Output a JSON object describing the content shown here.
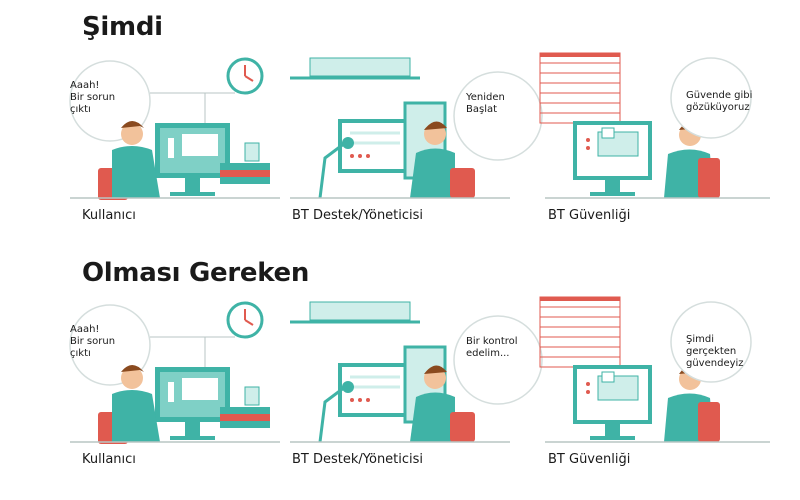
{
  "sections": {
    "now": {
      "title": "Şimdi",
      "user_bubble": "Aaah!\nBir sorun\nçıktı",
      "it_bubble": "Yeniden\nBaşlat",
      "security_bubble": "Güvende gibi\ngözüküyoruz",
      "labels": {
        "user": "Kullanıcı",
        "it": "BT Destek/Yöneticisi",
        "security": "BT Güvenliği"
      }
    },
    "should": {
      "title": "Olması Gereken",
      "user_bubble": "Aaah!\nBir sorun\nçıktı",
      "it_bubble": "Bir kontrol\nedelim...",
      "security_bubble": "Şimdi\ngerçekten\ngüvendeyiz",
      "labels": {
        "user": "Kullanıcı",
        "it": "BT Destek/Yöneticisi",
        "security": "BT Güvenliği"
      }
    }
  },
  "colors": {
    "teal": "#3fb3a6",
    "teal_light": "#cfeeea",
    "red": "#e05a4f",
    "skin": "#f2c29b",
    "hair": "#8a4a1f",
    "line": "#b9c6c4"
  }
}
